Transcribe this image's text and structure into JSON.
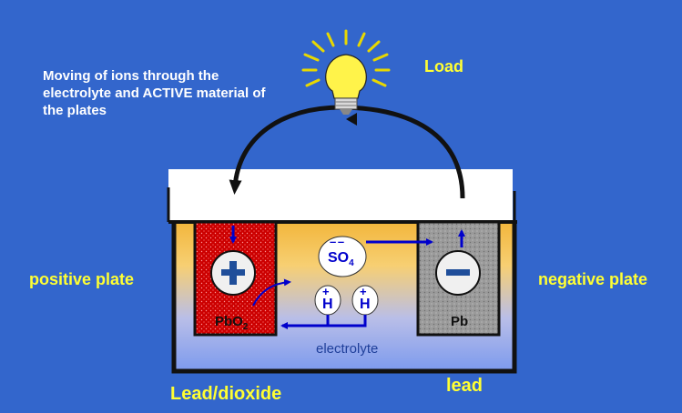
{
  "description": "Moving of ions through the electrolyte and ACTIVE material of the plates",
  "labels": {
    "load": "Load",
    "positive_plate": "positive plate",
    "negative_plate": "negative plate",
    "lead_dioxide": "Lead/dioxide",
    "lead": "lead",
    "electrolyte": "electrolyte"
  },
  "plates": {
    "positive": {
      "symbol": "+",
      "formula_main": "PbO",
      "formula_sub": "2",
      "color": "#CC0000"
    },
    "negative": {
      "symbol": "−",
      "formula_main": "Pb",
      "color": "#999999"
    }
  },
  "ions": {
    "sulfate": {
      "charge": "– –",
      "formula_main": "SO",
      "formula_sub": "4"
    },
    "hydrogen_1": {
      "charge": "+",
      "formula": "H"
    },
    "hydrogen_2": {
      "charge": "+",
      "formula": "H"
    }
  },
  "colors": {
    "background": "#3366CC",
    "label_yellow": "#FFFF33",
    "ion_text": "#0000CC",
    "arrow_blue": "#0000CC"
  }
}
